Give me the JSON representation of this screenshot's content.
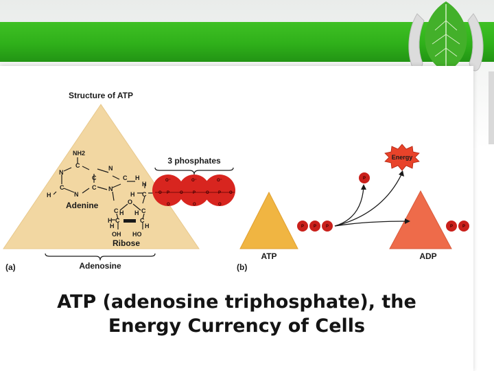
{
  "slide": {
    "title_line1": "ATP (adenosine triphosphate), the",
    "title_line2": "Energy Currency of Cells",
    "theme_colors": {
      "band": "#2fb01a",
      "leaf": "#3fae2a"
    }
  },
  "panel_a": {
    "heading": "Structure of ATP",
    "panel_label": "(a)",
    "phosphates_label": "3 phosphates",
    "adenine_label": "Adenine",
    "ribose_label": "Ribose",
    "adenosine_label": "Adenosine",
    "atoms": {
      "nh2": "NH2",
      "n": "N",
      "c": "C",
      "h": "H",
      "o": "O",
      "oh": "OH",
      "ho": "HO",
      "p": "P",
      "o_minus": "O⁻"
    }
  },
  "panel_b": {
    "panel_label": "(b)",
    "atp_label": "ATP",
    "adp_label": "ADP",
    "energy_label": "Energy",
    "phosphate_symbol": "P"
  }
}
